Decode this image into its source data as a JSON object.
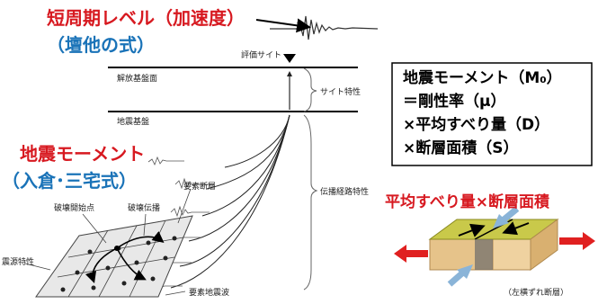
{
  "labels": {
    "short_period_level": "短周期レベル（加速度）",
    "dan_formula": "（壇他の式）",
    "seismic_moment": "地震モーメント",
    "irikura_formula": "（入倉･三宅式）",
    "eval_site": "評価サイト",
    "free_surface": "解放基盤面",
    "site_property": "サイト特性",
    "seismic_bedrock": "地震基盤",
    "propagation": "伝播経路特性",
    "rupture_start": "破壊開始点",
    "rupture_propagation": "破壊伝播",
    "element_fault": "要素断層",
    "source_property": "震源特性",
    "element_wave": "要素地震波",
    "avg_slip_area": "平均すべり量×断層面積",
    "left_lateral": "（左横ずれ断層）"
  },
  "formula_box": {
    "line1": "地震モーメント（M₀）",
    "line2": "＝剛性率（μ）",
    "line3": "×平均すべり量（D）",
    "line4": "×断層面積（S）"
  },
  "colors": {
    "red": "#d71920",
    "blue": "#1a73b8",
    "fault_top": "#c9c94a",
    "fault_side": "#e6c38a",
    "arrow_red": "#e02020",
    "arrow_blue": "#8ab4d8"
  }
}
